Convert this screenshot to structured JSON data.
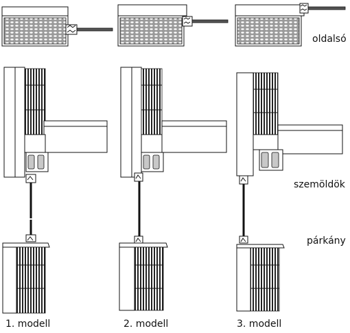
{
  "labels": {
    "top": "oldalsó",
    "middle": "szemöldök",
    "bottom": "párkány"
  },
  "models": [
    {
      "label": "1. modell"
    },
    {
      "label": "2. modell"
    },
    {
      "label": "3. modell"
    }
  ],
  "colors": {
    "line": "#111111",
    "fill_grey": "#c8c8c8",
    "mesh_grey": "#8a8a8a",
    "white": "#ffffff"
  }
}
